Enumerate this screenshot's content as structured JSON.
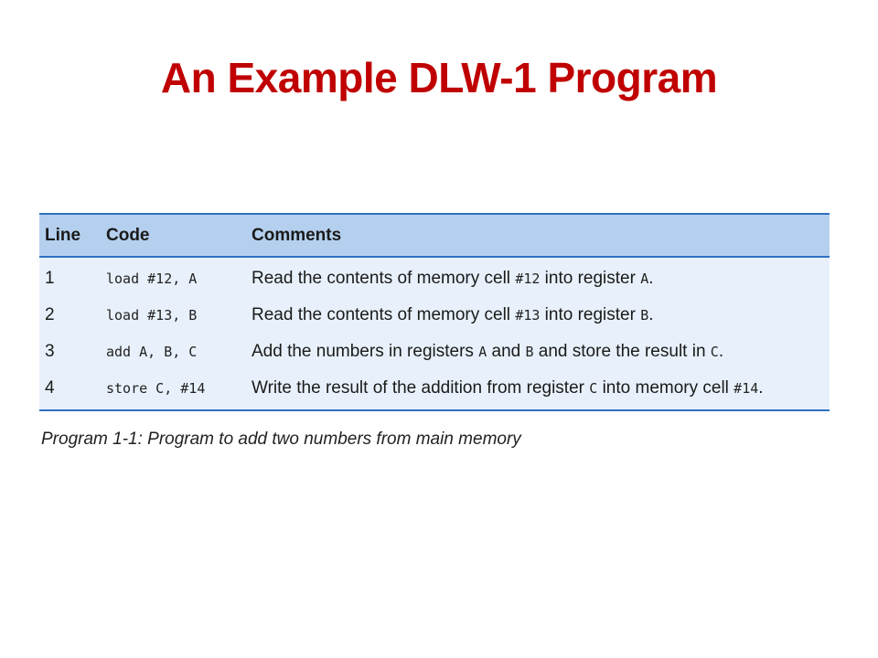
{
  "slide": {
    "title": "An Example DLW-1 Program"
  },
  "table": {
    "headers": {
      "line": "Line",
      "code": "Code",
      "comments": "Comments"
    },
    "rows": [
      {
        "line": "1",
        "code": "load #12, A",
        "comment": [
          {
            "t": "Read the contents of memory cell ",
            "mono": false
          },
          {
            "t": "#12",
            "mono": true
          },
          {
            "t": " into register ",
            "mono": false
          },
          {
            "t": "A",
            "mono": true
          },
          {
            "t": ".",
            "mono": false
          }
        ]
      },
      {
        "line": "2",
        "code": "load #13, B",
        "comment": [
          {
            "t": "Read the contents of memory cell ",
            "mono": false
          },
          {
            "t": "#13",
            "mono": true
          },
          {
            "t": " into register ",
            "mono": false
          },
          {
            "t": "B",
            "mono": true
          },
          {
            "t": ".",
            "mono": false
          }
        ]
      },
      {
        "line": "3",
        "code": "add A, B, C",
        "comment": [
          {
            "t": "Add the numbers in registers ",
            "mono": false
          },
          {
            "t": "A",
            "mono": true
          },
          {
            "t": " and ",
            "mono": false
          },
          {
            "t": "B",
            "mono": true
          },
          {
            "t": " and store the result in ",
            "mono": false
          },
          {
            "t": "C",
            "mono": true
          },
          {
            "t": ".",
            "mono": false
          }
        ]
      },
      {
        "line": "4",
        "code": "store C, #14",
        "comment": [
          {
            "t": "Write the result of the addition from register ",
            "mono": false
          },
          {
            "t": "C",
            "mono": true
          },
          {
            "t": " into memory cell ",
            "mono": false
          },
          {
            "t": "#14",
            "mono": true
          },
          {
            "t": ".",
            "mono": false
          }
        ]
      }
    ]
  },
  "caption": "Program 1-1: Program to add two numbers from main memory",
  "colors": {
    "title": "#c00000",
    "header_bg": "#b4d0ee",
    "body_bg": "#e8f1fb",
    "rule": "#2e6fc2"
  }
}
